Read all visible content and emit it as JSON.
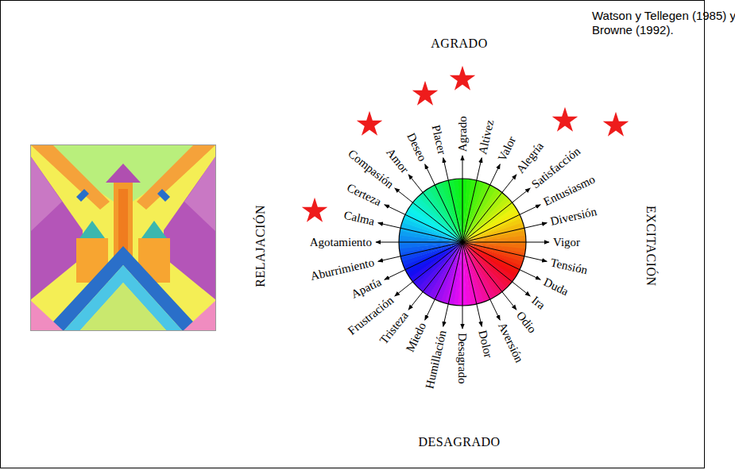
{
  "diagram": {
    "labels": [
      "Watson y Tellegen (1985) y Browne (1992).",
      "AGRADO",
      "EXCITACIÓN",
      "DESAGRADO",
      "RELAJACIÓN",
      "Agrado",
      "Altivez",
      "Valor",
      "Alegría",
      "Satisfacción",
      "Entusiasmo",
      "Diversión",
      "Vigor",
      "Tensión",
      "Duda",
      "Ira",
      "Odio",
      "Aversión",
      "Dolor",
      "Desagrado",
      "Humillación",
      "Miedo",
      "Tristeza",
      "Frustración",
      "Apatía",
      "Aburrimiento",
      "Agotamiento",
      "Calma",
      "Certeza",
      "Compasión",
      "Amor",
      "Deseo",
      "Placer"
    ]
  }
}
